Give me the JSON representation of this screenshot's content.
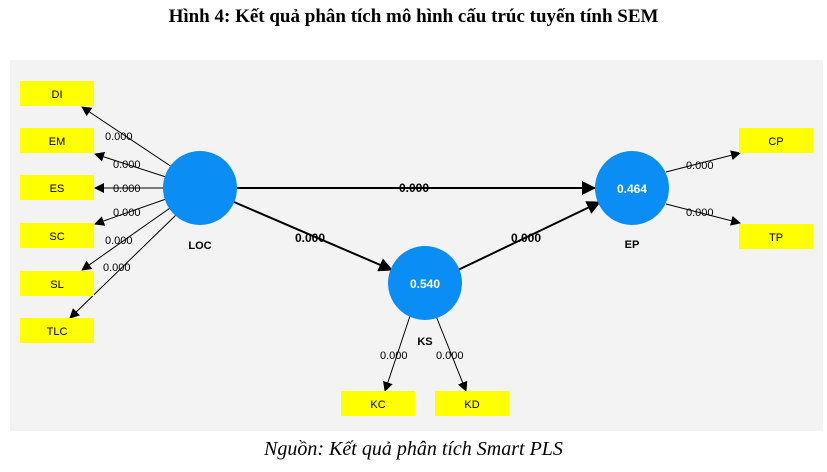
{
  "title": "Hình 4: Kết quả phân tích mô hình cấu trúc tuyến tính SEM",
  "caption": "Nguồn: Kết quả phân tích Smart PLS",
  "colors": {
    "latent_fill": "#0a8ef5",
    "indicator_fill": "#ffff00",
    "panel_bg": "#f3f3f3",
    "arrow": "#000000"
  },
  "latent": {
    "loc": {
      "name": "LOC",
      "value": ""
    },
    "ks": {
      "name": "KS",
      "value": "0.540"
    },
    "ep": {
      "name": "EP",
      "value": "0.464"
    }
  },
  "indicators": {
    "di": "DI",
    "em": "EM",
    "es": "ES",
    "sc": "SC",
    "sl": "SL",
    "tlc": "TLC",
    "kc": "KC",
    "kd": "KD",
    "cp": "CP",
    "tp": "TP"
  },
  "weights": {
    "loc_di": "0.000",
    "loc_em": "0.000",
    "loc_es": "0.000",
    "loc_sc": "0.000",
    "loc_sl": "0.000",
    "loc_tlc": "0.000",
    "ks_kc": "0.000",
    "ks_kd": "0.000",
    "ep_cp": "0.000",
    "ep_tp": "0.000",
    "loc_ep": "0.000",
    "loc_ks": "0.000",
    "ks_ep": "0.000"
  }
}
